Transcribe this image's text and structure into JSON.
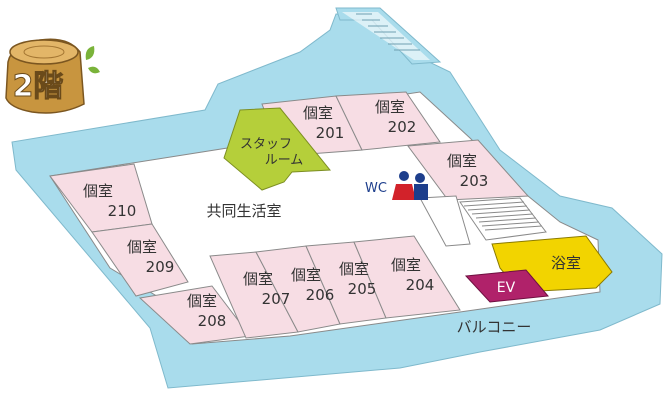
{
  "floor_badge": {
    "label": "2階"
  },
  "common_room": {
    "label": "共同生活室"
  },
  "staff_room": {
    "line1": "スタッフ",
    "line2": "ルーム"
  },
  "bath": {
    "label": "浴室"
  },
  "elevator": {
    "label": "EV"
  },
  "wc": {
    "label": "WC"
  },
  "balcony": {
    "label": "バルコニー"
  },
  "rooms": [
    {
      "type": "個室",
      "number": "201"
    },
    {
      "type": "個室",
      "number": "202"
    },
    {
      "type": "個室",
      "number": "203"
    },
    {
      "type": "個室",
      "number": "204"
    },
    {
      "type": "個室",
      "number": "205"
    },
    {
      "type": "個室",
      "number": "206"
    },
    {
      "type": "個室",
      "number": "207"
    },
    {
      "type": "個室",
      "number": "208"
    },
    {
      "type": "個室",
      "number": "209"
    },
    {
      "type": "個室",
      "number": "210"
    }
  ],
  "colors": {
    "balcony_blue": "#a9dcec",
    "room_pink": "#f7dde4",
    "staff_green": "#b5cf3a",
    "bath_yellow": "#f2d400",
    "ev_magenta": "#b0226a",
    "badge_brown": "#c8953f"
  }
}
